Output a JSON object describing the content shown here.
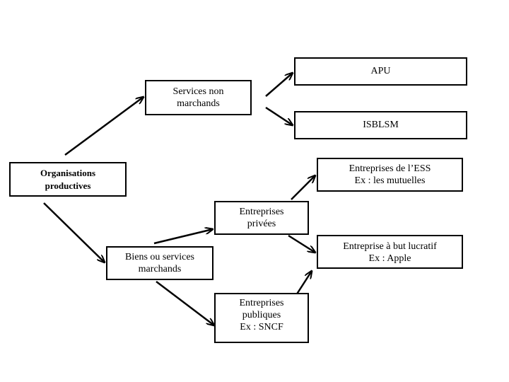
{
  "nodes": {
    "organisations": "Organisations\nproductives",
    "services_non_marchands": "Services non\nmarchands",
    "apu": "APU",
    "isblsm": "ISBLSM",
    "entreprises_ess": "Entreprises de l’ESS\nEx : les mutuelles",
    "entreprises_privees": "Entreprises\nprivées",
    "entreprise_lucrative": "Entreprise à but lucratif\nEx : Apple",
    "biens_services_marchands": "Biens ou services\nmarchands",
    "entreprises_publiques": "Entreprises\npubliques\nEx : SNCF"
  },
  "edges": [
    [
      "organisations",
      "services_non_marchands"
    ],
    [
      "organisations",
      "biens_services_marchands"
    ],
    [
      "services_non_marchands",
      "apu"
    ],
    [
      "services_non_marchands",
      "isblsm"
    ],
    [
      "biens_services_marchands",
      "entreprises_privees"
    ],
    [
      "biens_services_marchands",
      "entreprises_publiques"
    ],
    [
      "entreprises_privees",
      "entreprises_ess"
    ],
    [
      "entreprises_privees",
      "entreprise_lucrative"
    ],
    [
      "entreprises_publiques",
      "entreprise_lucrative"
    ]
  ]
}
